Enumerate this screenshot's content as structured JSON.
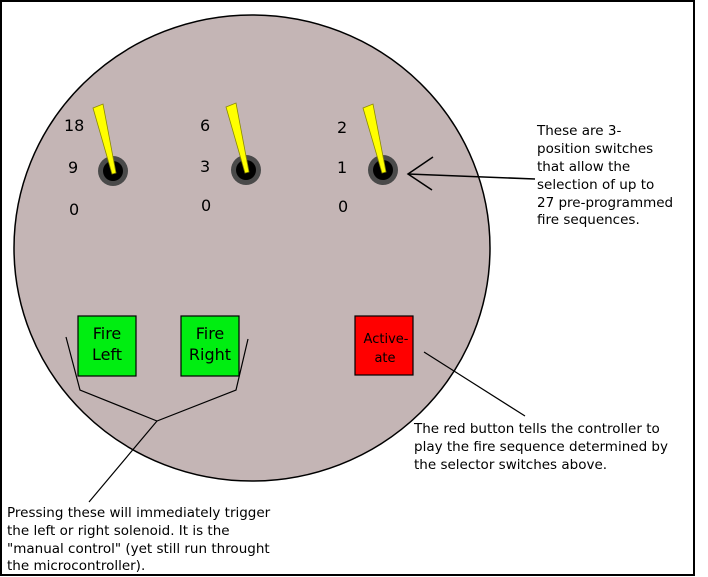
{
  "colors": {
    "panel": "#c4b5b5",
    "frame": "#000000",
    "knob_ring": "#4a4a4a",
    "knob_core": "#000000",
    "pointer": "#ffff00",
    "fire_button": "#00ee11",
    "activate_button": "#ff0000"
  },
  "switches": [
    {
      "labels": [
        "18",
        "9",
        "0"
      ]
    },
    {
      "labels": [
        "6",
        "3",
        "0"
      ]
    },
    {
      "labels": [
        "2",
        "1",
        "0"
      ]
    }
  ],
  "buttons": {
    "fire_left": [
      "Fire",
      "Left"
    ],
    "fire_right": [
      "Fire",
      "Right"
    ],
    "activate": [
      "Active-",
      "ate"
    ]
  },
  "annotations": {
    "switches": [
      "These are 3-",
      "position switches",
      "that allow the",
      "selection of up to",
      "27 pre-programmed",
      "fire sequences."
    ],
    "activate": [
      "The red button tells the controller to",
      "play the fire sequence determined by",
      "the selector switches above."
    ],
    "fire": [
      "Pressing these will immediately trigger",
      "the left or right solenoid. It is the",
      "\"manual control\" (yet still run throught",
      "the microcontroller)."
    ]
  }
}
